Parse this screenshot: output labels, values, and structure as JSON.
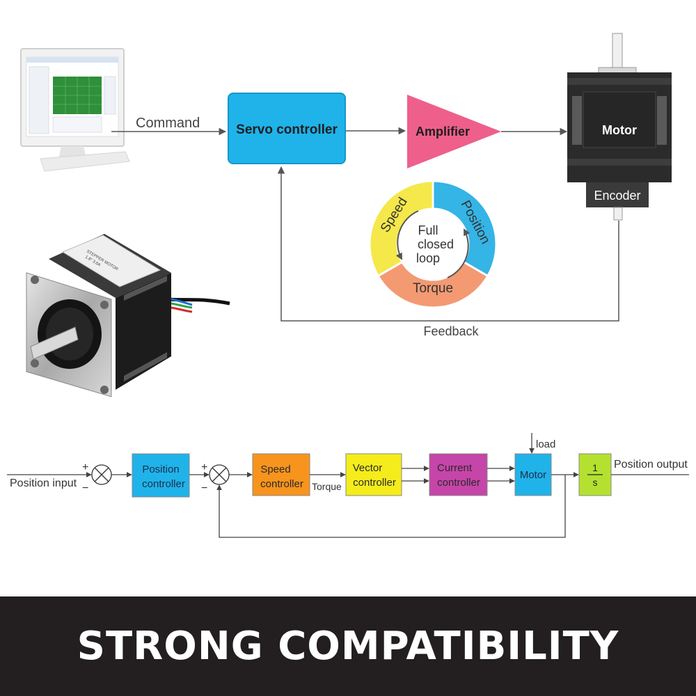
{
  "top_diagram": {
    "command_label": "Command",
    "servo_controller_label": "Servo controller",
    "amplifier_label": "Amplifier",
    "motor_label": "Motor",
    "encoder_label": "Encoder",
    "feedback_label": "Feedback",
    "loop_segments": {
      "speed": "Speed",
      "position": "Position",
      "torque": "Torque"
    },
    "loop_center": {
      "line1": "Full",
      "line2": "closed",
      "line3": "loop"
    }
  },
  "motor_photo": {
    "label_line1": "STEPPER MOTOR",
    "label_line2": "1.8°  3.0A"
  },
  "block_diagram": {
    "position_input_label": "Position input",
    "position_controller": {
      "line1": "Position",
      "line2": "controller"
    },
    "speed_controller": {
      "line1": "Speed",
      "line2": "controller"
    },
    "torque_label": "Torque",
    "vector_controller": {
      "line1": "Vector",
      "line2": "controller"
    },
    "current_controller": {
      "line1": "Current",
      "line2": "controller"
    },
    "motor_label": "Motor",
    "load_label": "load",
    "integrator": {
      "numerator": "1",
      "denominator": "s"
    },
    "position_output_label": "Position output",
    "plus_sign": "+",
    "minus_sign": "−"
  },
  "banner": {
    "text": "STRONG COMPATIBILITY"
  },
  "colors": {
    "servo_controller": "#1fb3ea",
    "amplifier": "#ee5f8c",
    "motor_body": "#2b2b2b",
    "speed_segment": "#f5e84a",
    "position_segment": "#35b4e6",
    "torque_segment": "#f39a73",
    "position_controller_block": "#1fb3ea",
    "speed_controller_block": "#f7941d",
    "vector_controller_block": "#f4ec1b",
    "current_controller_block": "#c545a8",
    "motor_block": "#1fb3ea",
    "integrator_block": "#b4e12f",
    "banner_bg": "#231f20"
  }
}
